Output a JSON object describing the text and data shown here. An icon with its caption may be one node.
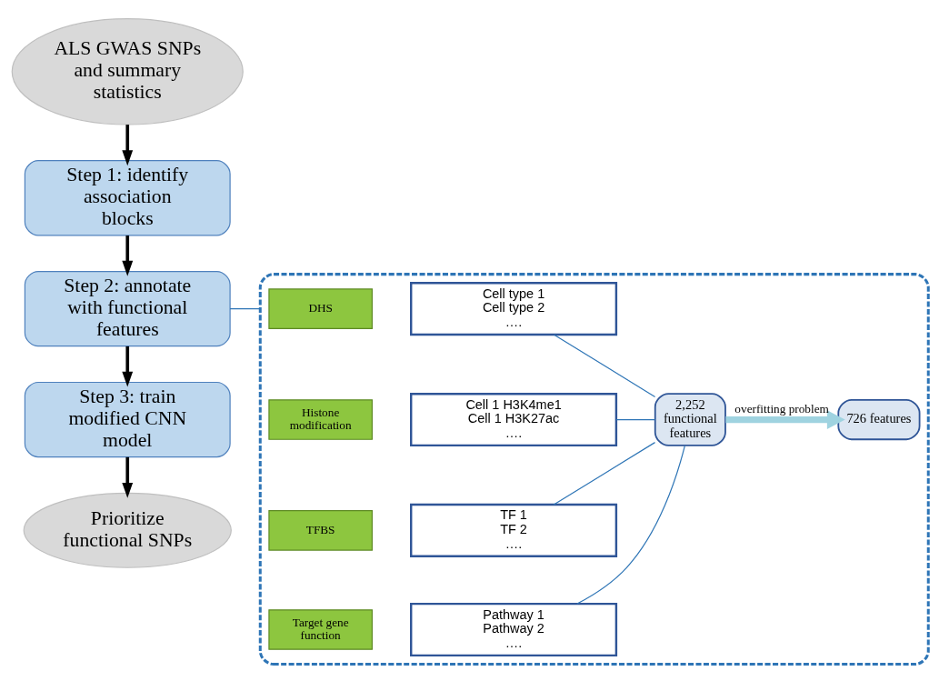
{
  "diagram": {
    "nodes": [
      {
        "text": [
          "ALS GWAS SNPs and summary statistics"
        ]
      },
      {
        "text": [
          "Step 1: identify association blocks"
        ]
      },
      {
        "text": [
          "Step 2: annotate with functional features"
        ]
      },
      {
        "text": [
          "Step 3: train modified CNN model"
        ]
      },
      {
        "text": [
          "Prioritize functional SNPs"
        ]
      },
      {
        "text": [],
        "shape": "box"
      },
      {
        "text": [
          "DHS"
        ],
        "in": 5
      },
      {
        "text": [
          "Cell type 1",
          "Cell type 2",
          "…."
        ],
        "in": 5
      },
      {
        "text": [
          "Histone modification"
        ],
        "in": 5
      },
      {
        "text": [
          "Cell 1 H3K4me1",
          "Cell 1 H3K27ac",
          "…."
        ],
        "in": 5
      },
      {
        "text": [
          "TFBS"
        ],
        "in": 5
      },
      {
        "text": [
          "TF 1",
          "TF 2",
          "…."
        ],
        "in": 5
      },
      {
        "text": [
          "Target gene function"
        ],
        "in": 5
      },
      {
        "text": [
          "Pathway 1",
          "Pathway 2",
          "…."
        ],
        "in": 5
      },
      {
        "text": [
          "2,252 functional features"
        ],
        "in": 5
      },
      {
        "text": [
          "726 features"
        ],
        "in": 5
      }
    ],
    "edges": [
      {
        "from": 0,
        "to": 1,
        "arrow": "to",
        "style": "thick",
        "color": "#000000"
      },
      {
        "from": 1,
        "to": 2,
        "arrow": "to",
        "style": "thick",
        "color": "#000000"
      },
      {
        "from": 2,
        "to": 3,
        "arrow": "to",
        "style": "thick",
        "color": "#000000"
      },
      {
        "from": 3,
        "to": 4,
        "arrow": "to",
        "style": "thick",
        "color": "#000000"
      },
      {
        "from": 2,
        "to": 5,
        "arrow": "none"
      },
      {
        "from": 7,
        "to": 14,
        "arrow": "none"
      },
      {
        "from": 9,
        "to": 14,
        "arrow": "none"
      },
      {
        "from": 11,
        "to": 14,
        "arrow": "none"
      },
      {
        "from": 13,
        "to": 14,
        "arrow": "none"
      },
      {
        "from": 14,
        "to": 15,
        "label": "overfitting problem",
        "arrow": "to",
        "style": "thick",
        "color": "#9fd3e0"
      }
    ]
  }
}
